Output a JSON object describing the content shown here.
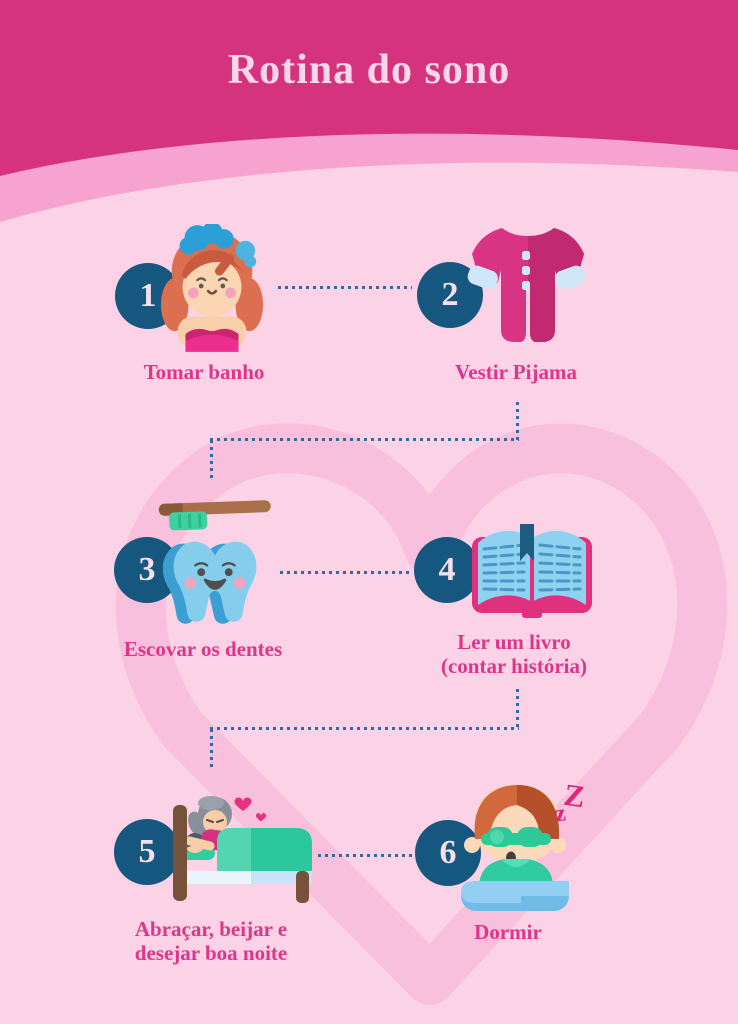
{
  "title": "Rotina do sono",
  "steps": [
    {
      "number": "1",
      "label": "Tomar banho",
      "icon": "child-bathing"
    },
    {
      "number": "2",
      "label": "Vestir Pijama",
      "icon": "pajamas"
    },
    {
      "number": "3",
      "label": "Escovar os dentes",
      "icon": "tooth-and-toothbrush"
    },
    {
      "number": "4",
      "label": "Ler um livro\n(contar história)",
      "icon": "open-book"
    },
    {
      "number": "5",
      "label": "Abraçar, beijar e\ndesejar boa noite",
      "icon": "tucking-into-bed"
    },
    {
      "number": "6",
      "label": "Dormir",
      "icon": "sleeping-child",
      "zzz": [
        "Z",
        "z"
      ]
    }
  ],
  "colors": {
    "header": "#d6337f",
    "header_band": "#f7a3cf",
    "background": "#fcd3e6",
    "heart_watermark": "#f8c0dc",
    "step_circle": "#15577e",
    "connector_dots": "#2a6ba3",
    "label_text": "#e0338a",
    "title_text": "#fbd5e8",
    "zzz_text": "#e1247e"
  }
}
